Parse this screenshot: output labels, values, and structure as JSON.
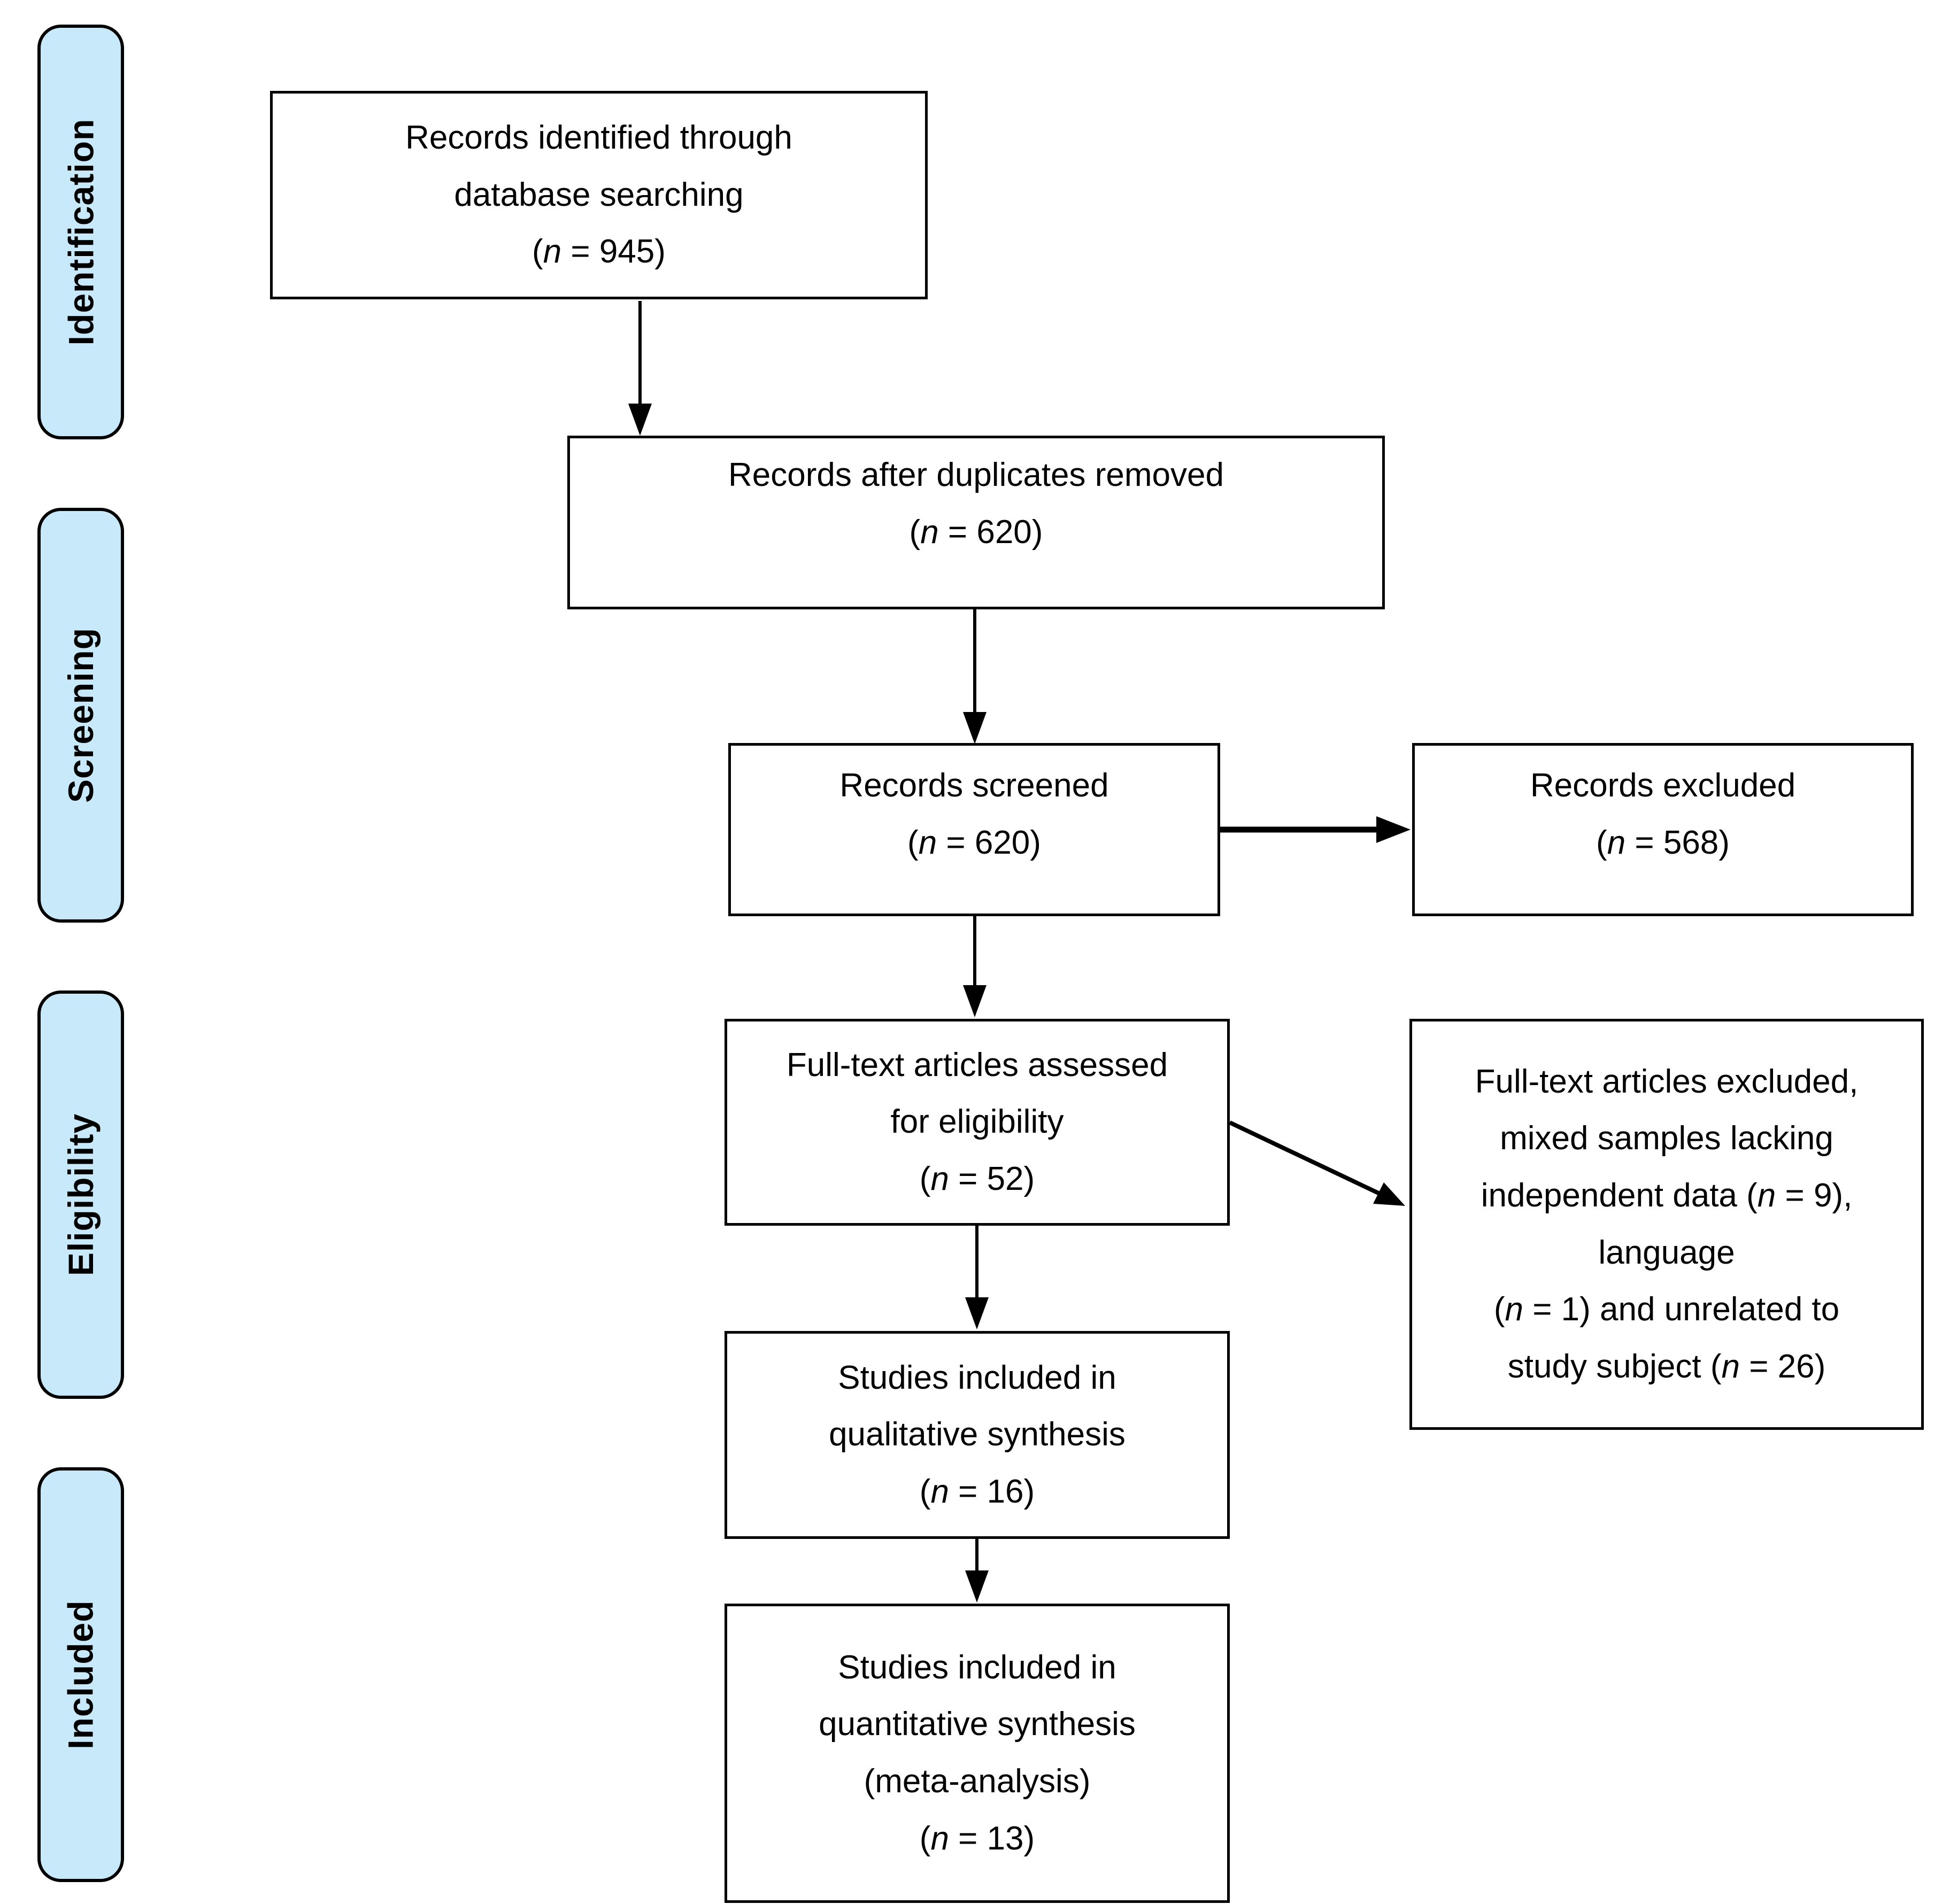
{
  "figure": {
    "type": "prisma-flow-diagram",
    "colors": {
      "stage_fill": "#C7E9FA",
      "border": "#000000",
      "background": "#FFFFFF"
    },
    "stages": [
      {
        "label": "Identification"
      },
      {
        "label": "Screening"
      },
      {
        "label": "Eligibility"
      },
      {
        "label": "Included"
      }
    ],
    "boxes": {
      "identified": {
        "n": 945,
        "lines": [
          [
            {
              "text": "Records identified through"
            }
          ],
          [
            {
              "text": "database searching"
            }
          ],
          [
            {
              "text": "("
            },
            {
              "text": "n",
              "italic": true
            },
            {
              "text": " = 945)"
            }
          ]
        ]
      },
      "duplicates_removed": {
        "n": 620,
        "lines": [
          [
            {
              "text": "Records after duplicates removed"
            }
          ],
          [
            {
              "text": "("
            },
            {
              "text": "n",
              "italic": true
            },
            {
              "text": " = 620)"
            }
          ]
        ]
      },
      "screened": {
        "n": 620,
        "lines": [
          [
            {
              "text": "Records screened"
            }
          ],
          [
            {
              "text": "("
            },
            {
              "text": "n",
              "italic": true
            },
            {
              "text": " = 620)"
            }
          ]
        ]
      },
      "records_excluded": {
        "n": 568,
        "lines": [
          [
            {
              "text": "Records excluded"
            }
          ],
          [
            {
              "text": "("
            },
            {
              "text": "n",
              "italic": true
            },
            {
              "text": " = 568)"
            }
          ]
        ]
      },
      "fulltext_assessed": {
        "n": 52,
        "lines": [
          [
            {
              "text": "Full-text articles assessed"
            }
          ],
          [
            {
              "text": "for eligibility"
            }
          ],
          [
            {
              "text": "("
            },
            {
              "text": "n",
              "italic": true
            },
            {
              "text": " = 52)"
            }
          ]
        ]
      },
      "fulltext_excluded": {
        "n_mixed_samples": 9,
        "n_language": 1,
        "n_unrelated": 26,
        "lines": [
          [
            {
              "text": "Full-text articles excluded,"
            }
          ],
          [
            {
              "text": "mixed samples lacking"
            }
          ],
          [
            {
              "text": "independent data ("
            },
            {
              "text": "n",
              "italic": true
            },
            {
              "text": " = 9),"
            }
          ],
          [
            {
              "text": "language"
            }
          ],
          [
            {
              "text": "("
            },
            {
              "text": "n",
              "italic": true
            },
            {
              "text": " = 1) and unrelated to"
            }
          ],
          [
            {
              "text": "study subject ("
            },
            {
              "text": "n",
              "italic": true
            },
            {
              "text": " = 26)"
            }
          ]
        ]
      },
      "qualitative": {
        "n": 16,
        "lines": [
          [
            {
              "text": "Studies included in"
            }
          ],
          [
            {
              "text": "qualitative synthesis"
            }
          ],
          [
            {
              "text": "("
            },
            {
              "text": "n",
              "italic": true
            },
            {
              "text": " = 16)"
            }
          ]
        ]
      },
      "quantitative": {
        "n": 13,
        "lines": [
          [
            {
              "text": "Studies included in"
            }
          ],
          [
            {
              "text": "quantitative synthesis"
            }
          ],
          [
            {
              "text": "(meta-analysis)"
            }
          ],
          [
            {
              "text": "("
            },
            {
              "text": "n",
              "italic": true
            },
            {
              "text": " = 13)"
            }
          ]
        ]
      }
    },
    "connections": [
      {
        "from": "identified",
        "to": "duplicates_removed",
        "direction": "down"
      },
      {
        "from": "duplicates_removed",
        "to": "screened",
        "direction": "down"
      },
      {
        "from": "screened",
        "to": "records_excluded",
        "direction": "right"
      },
      {
        "from": "screened",
        "to": "fulltext_assessed",
        "direction": "down"
      },
      {
        "from": "fulltext_assessed",
        "to": "fulltext_excluded",
        "direction": "diagonal-right-down"
      },
      {
        "from": "fulltext_assessed",
        "to": "qualitative",
        "direction": "down"
      },
      {
        "from": "qualitative",
        "to": "quantitative",
        "direction": "down"
      }
    ]
  }
}
